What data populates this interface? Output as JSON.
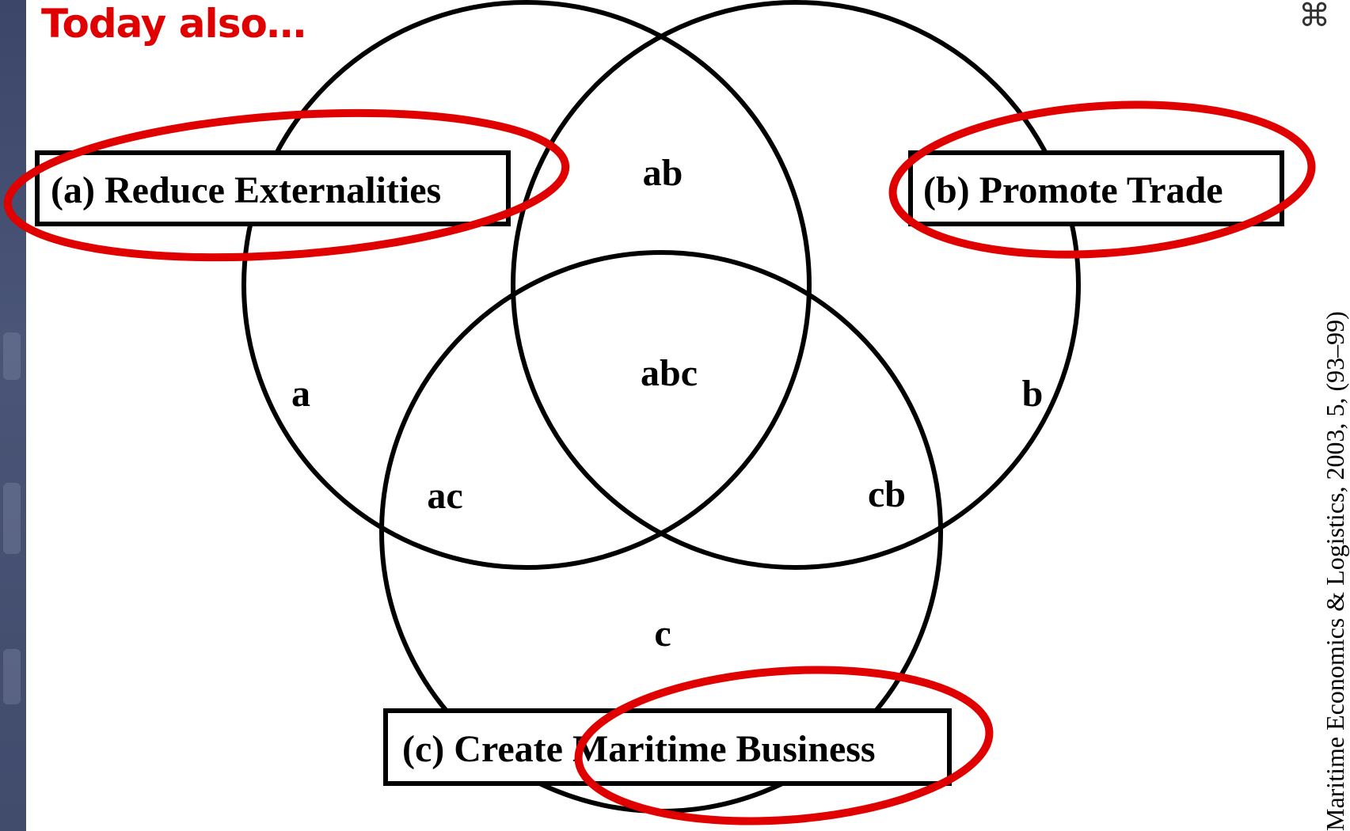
{
  "slide": {
    "title": "Today also…",
    "citation": "Maritime Economics & Logistics, 2003, 5, (93–99)",
    "corner_icon": "network-icon"
  },
  "diagram": {
    "boxes": {
      "a": "(a) Reduce Externalities",
      "b": "(b) Promote Trade",
      "c": "(c) Create Maritime Business"
    },
    "regions": {
      "a": "a",
      "b": "b",
      "c": "c",
      "ab": "ab",
      "ac": "ac",
      "cb": "cb",
      "abc": "abc"
    },
    "highlight_color": "#e00000",
    "line_color": "#000000"
  }
}
